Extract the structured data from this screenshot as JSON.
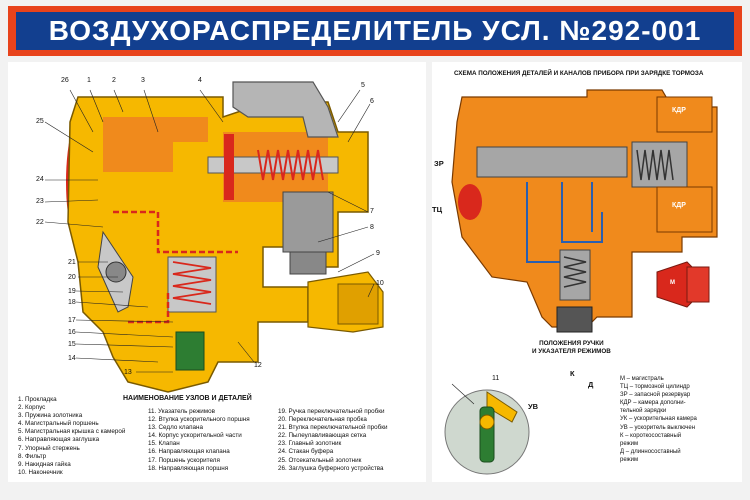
{
  "title": "ВОЗДУХОРАСПРЕДЕЛИТЕЛЬ УСЛ. №292-001",
  "right_scheme_title": "СХЕМА ПОЛОЖЕНИЯ ДЕТАЛЕЙ И КАНАЛОВ ПРИБОРА ПРИ ЗАРЯДКЕ ТОРМОЗА",
  "parts_title": "НАИМЕНОВАНИЕ УЗЛОВ И ДЕТАЛЕЙ",
  "handle_title_line1": "ПОЛОЖЕНИЯ РУЧКИ",
  "handle_title_line2": "И УКАЗАТЕЛЯ РЕЖИМОВ",
  "colors": {
    "title_bg": "#123f8f",
    "title_border": "#e8431c",
    "body_yellow": "#f6b800",
    "body_orange": "#f08a1c",
    "channel_red": "#d9281c",
    "steel_gray": "#a6a6a6"
  },
  "callouts_left": [
    "26",
    "1",
    "2",
    "3",
    "4",
    "5",
    "6",
    "25",
    "24",
    "23",
    "22",
    "21",
    "20",
    "19",
    "18",
    "17",
    "16",
    "15",
    "14",
    "13",
    "12",
    "7",
    "8",
    "9",
    "10"
  ],
  "scheme_labels": {
    "zr": "ЗР",
    "tc": "ТЦ",
    "kdr_top": "КДР",
    "kdr_bottom": "КДР",
    "m": "М"
  },
  "handle_labels": {
    "k": "К",
    "d": "Д",
    "uv": "УВ",
    "callout": "11"
  },
  "parts_col1": [
    "1. Прокладка",
    "2. Корпус",
    "3. Пружина золотника",
    "4. Магистральный поршень",
    "5. Магистральная крышка с камерой",
    "6. Направляющая заглушка",
    "7. Упорный стержень",
    "8. Фильтр",
    "9. Накидная гайка",
    "10. Наконечник"
  ],
  "parts_col2": [
    "11. Указатель режимов",
    "12. Втулка ускорительного поршня",
    "13. Седло клапана",
    "14. Корпус ускорительной части",
    "15. Клапан",
    "16. Направляющая клапана",
    "17. Поршень ускорителя",
    "18. Направляющая поршня"
  ],
  "parts_col3": [
    "19. Ручка переключательной пробки",
    "20. Переключательная пробка",
    "21. Втулка переключательной пробки",
    "22. Пылеулавливающая сетка",
    "23. Главный золотник",
    "24. Стакан буфера",
    "25. Отсекательный золотник",
    "26. Заглушка буферного устройства"
  ],
  "modes_legend": [
    "М – магистраль",
    "ТЦ – тормозной цилиндр",
    "ЗР – запасной резервуар",
    "КДР – камера дополни-",
    "тельной зарядки",
    "УК – ускорительная камера",
    "УВ – ускоритель выключен",
    "К – короткосоставный",
    "режим",
    "Д – длинносоставный",
    "режим"
  ]
}
